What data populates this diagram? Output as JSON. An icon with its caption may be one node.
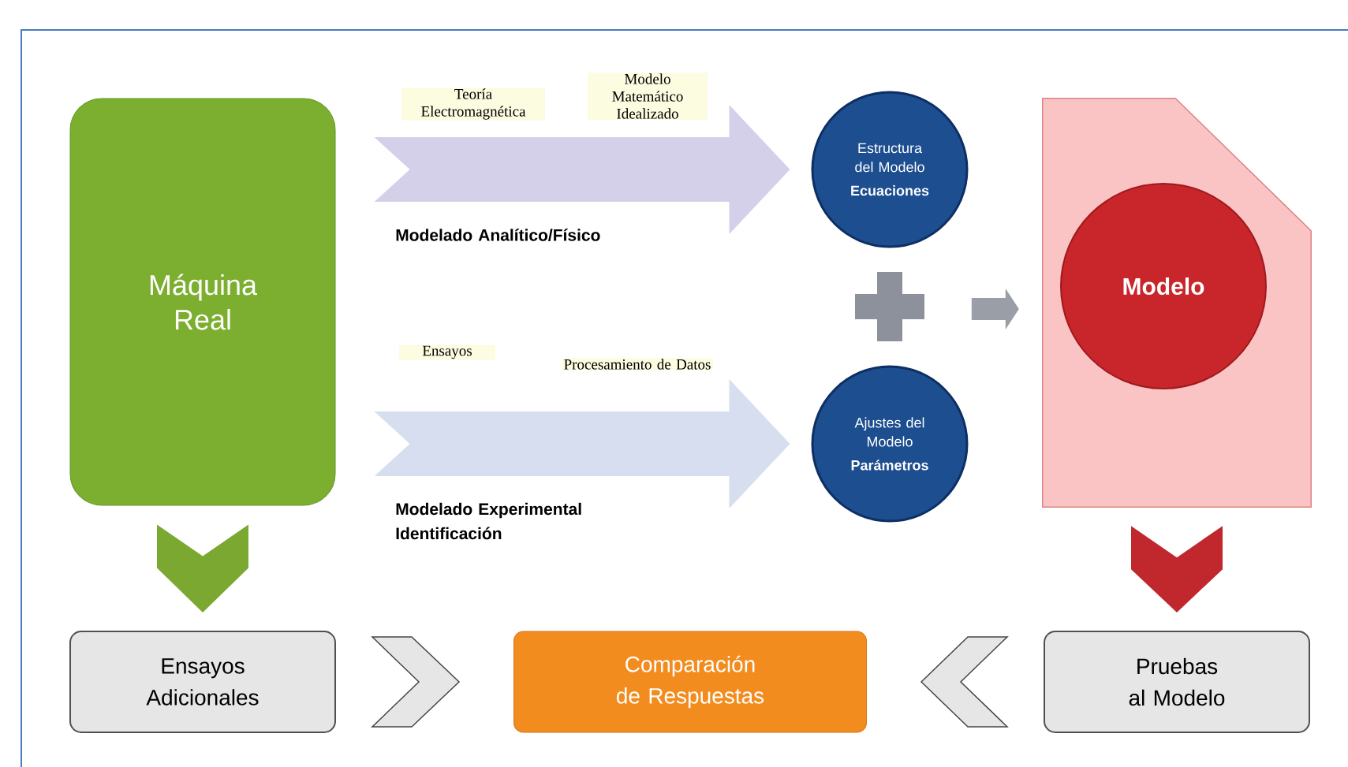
{
  "diagram": {
    "nodes": [
      {
        "text": [
          "Máquina Real"
        ]
      },
      {
        "text": [
          "Estructura del Modelo",
          "Ecuaciones"
        ]
      },
      {
        "text": [
          "Ajustes del Modelo",
          "Parámetros"
        ]
      },
      {
        "text": [],
        "shape": "box"
      },
      {
        "text": [
          "Modelo"
        ],
        "in": 3
      },
      {
        "text": [
          "Ensayos Adicionales"
        ]
      },
      {
        "text": [
          "Comparación de Respuestas"
        ]
      },
      {
        "text": [
          "Pruebas al Modelo"
        ]
      },
      {
        "text": [],
        "shape": "plus"
      }
    ],
    "edges": [
      {
        "from": 0,
        "to": 1,
        "arrow": "to",
        "label": "Modelado Analítico/Físico",
        "color": "#d5d0ea"
      },
      {
        "from": 0,
        "to": 2,
        "arrow": "to",
        "label": "Modelado Experimental Identificación",
        "color": "#d6deef"
      },
      {
        "from": 8,
        "to": 3,
        "arrow": "to",
        "color": "#9a9ea6"
      },
      {
        "from": 0,
        "to": 5,
        "arrow": "to",
        "color": "#7aa830"
      },
      {
        "from": 3,
        "to": 7,
        "arrow": "to",
        "color": "#c0282d"
      },
      {
        "from": 5,
        "to": 6,
        "arrow": "to"
      },
      {
        "from": 7,
        "to": 6,
        "arrow": "to"
      }
    ],
    "labels": [
      "Teoría Electromagnética",
      "Modelo Matemático Idealizado",
      "Ensayos",
      "Procesamiento de Datos"
    ]
  }
}
